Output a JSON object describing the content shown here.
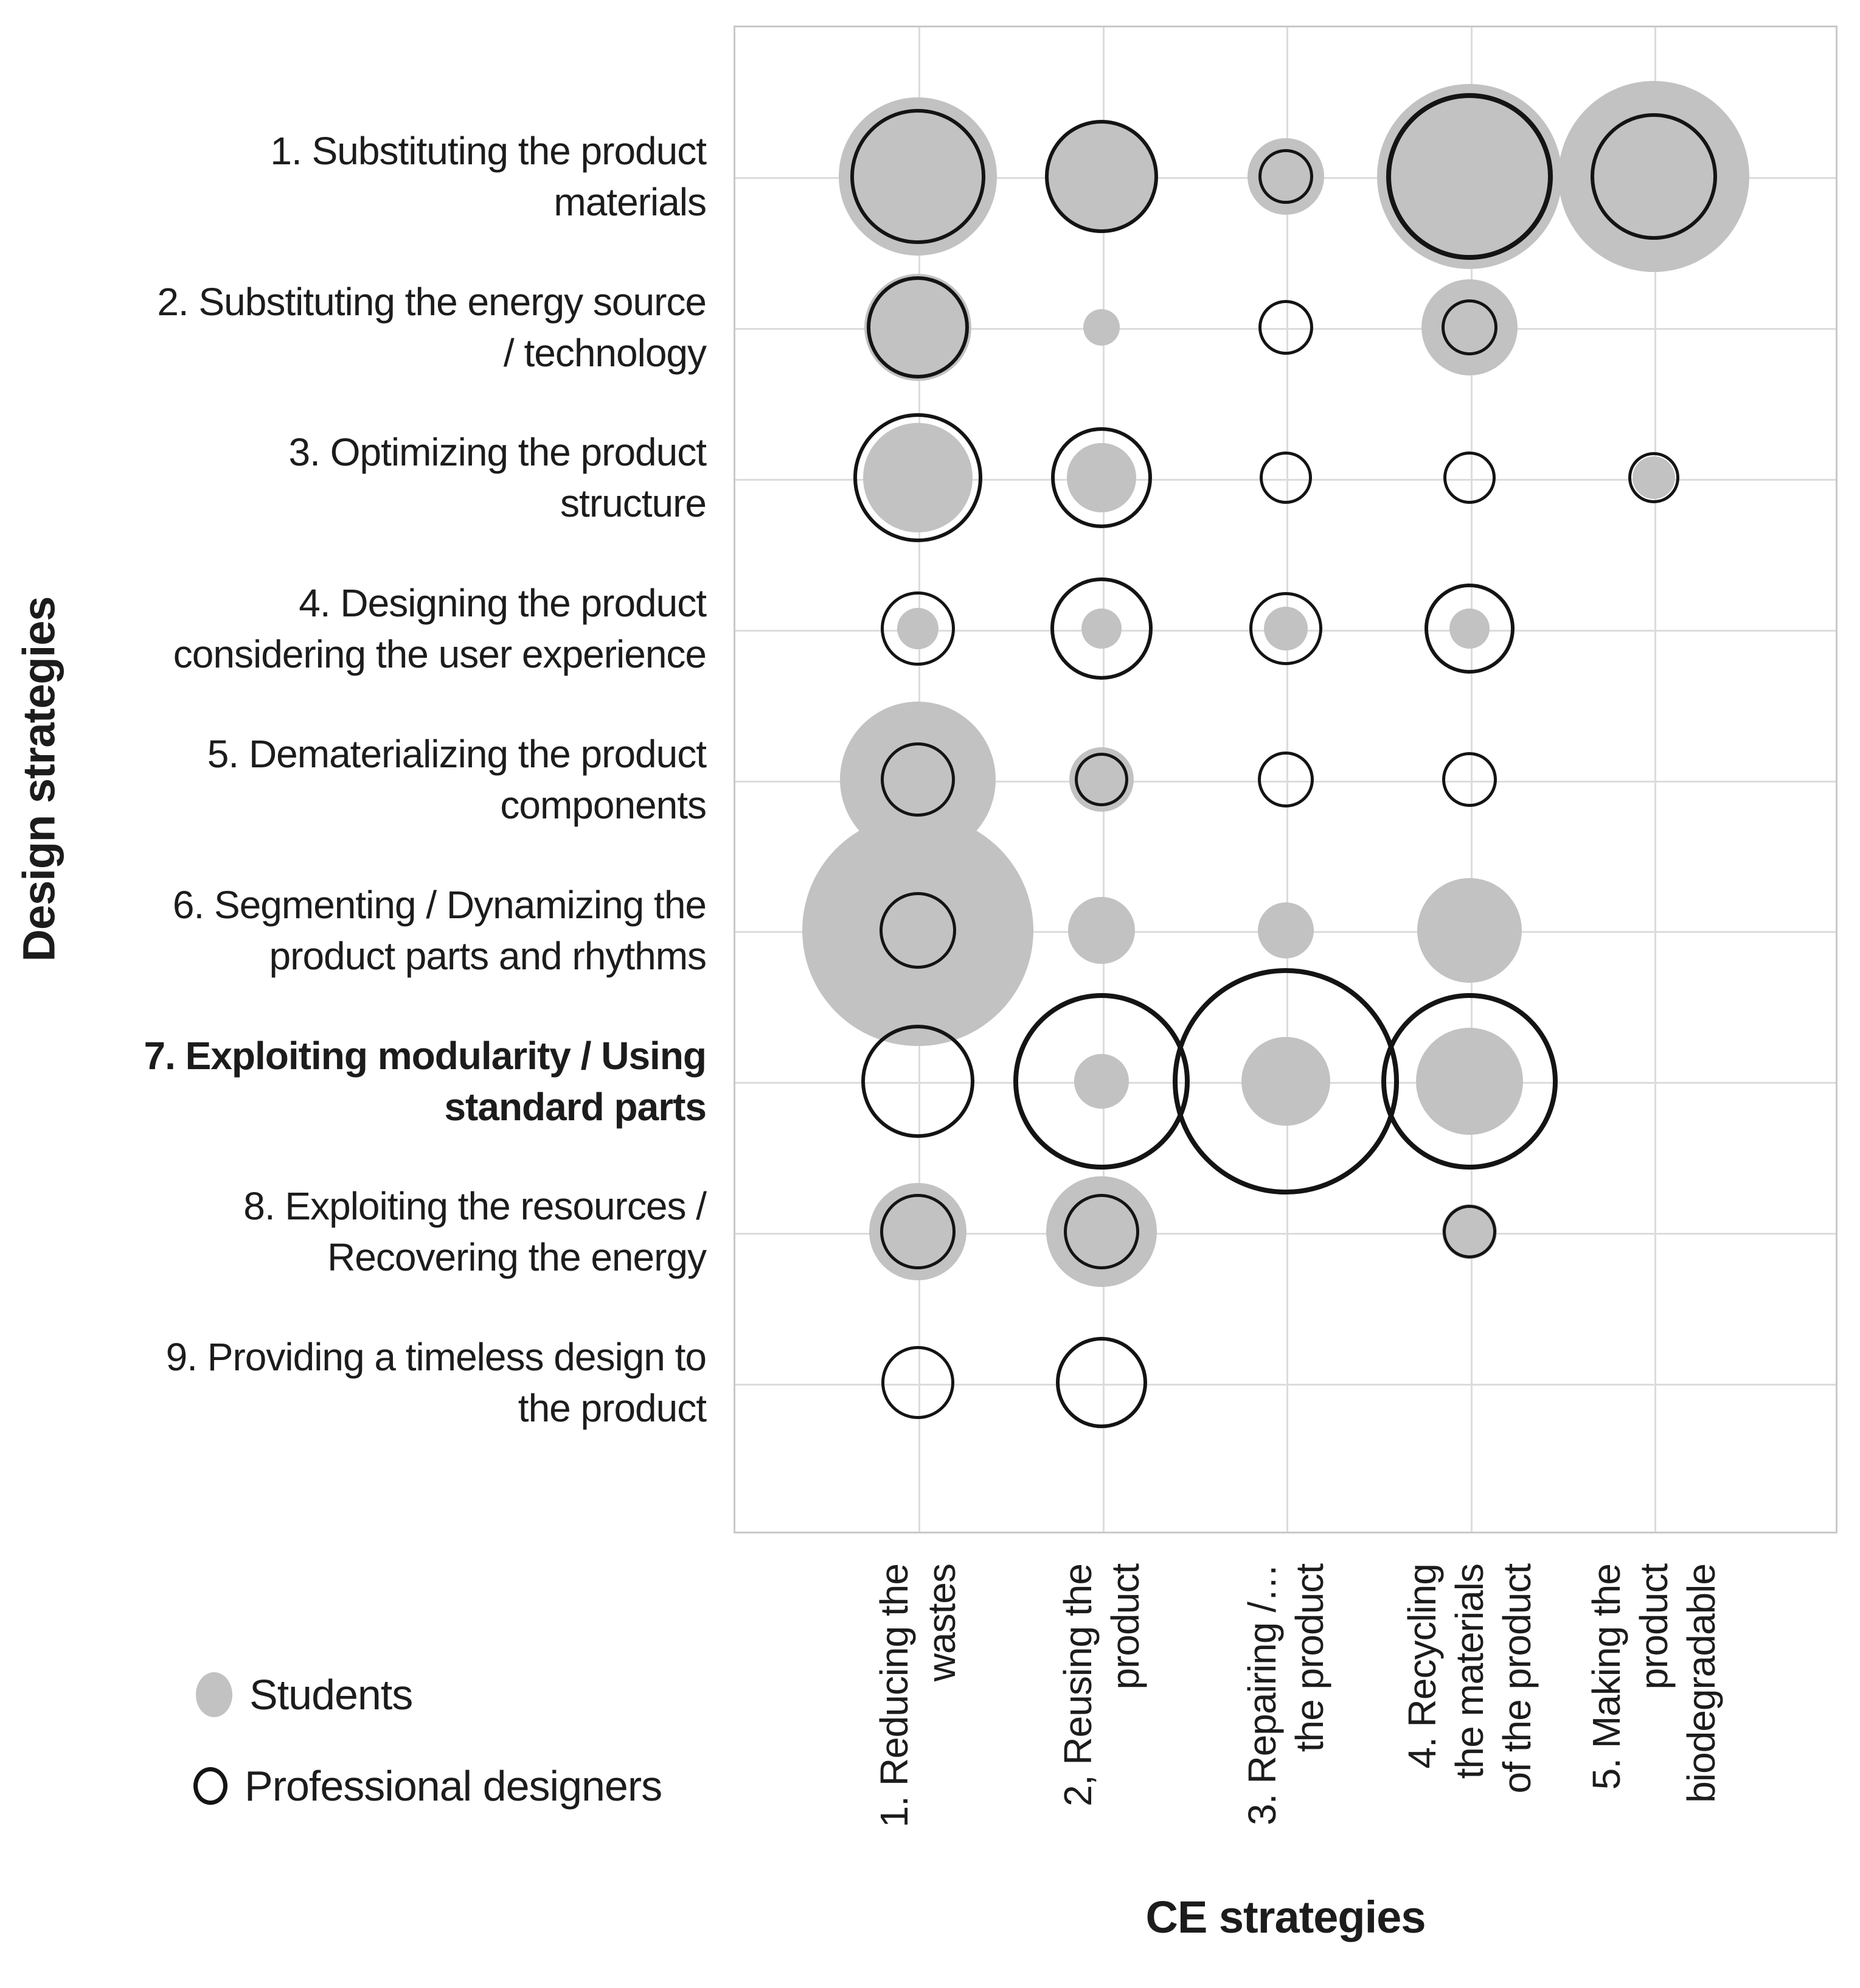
{
  "chart_data": {
    "type": "bubble",
    "x_axis": {
      "title": "CE strategies",
      "range": [
        0,
        6
      ],
      "categories": [
        [
          "1. Reducing the",
          "wastes"
        ],
        [
          "2, Reusing the",
          "product"
        ],
        [
          "3. Repairing /…",
          "the product"
        ],
        [
          "4. Recycling",
          "the materials",
          "of the product"
        ],
        [
          "5. Making the",
          "product",
          "biodegradable"
        ]
      ]
    },
    "y_axis": {
      "title": "Design strategies",
      "range": [
        0,
        10
      ],
      "categories": [
        {
          "lines": [
            "1. Substituting the product",
            "materials"
          ],
          "bold": false
        },
        {
          "lines": [
            "2. Substituting the energy source",
            "/ technology"
          ],
          "bold": false
        },
        {
          "lines": [
            "3. Optimizing the product",
            "structure"
          ],
          "bold": false
        },
        {
          "lines": [
            "4. Designing the product",
            "considering the user experience"
          ],
          "bold": false
        },
        {
          "lines": [
            "5. Dematerializing the product",
            "components"
          ],
          "bold": false
        },
        {
          "lines": [
            "6. Segmenting / Dynamizing the",
            "product parts and rhythms"
          ],
          "bold": false
        },
        {
          "lines": [
            "7. Exploiting modularity / Using",
            "standard parts"
          ],
          "bold": true
        },
        {
          "lines": [
            "8. Exploiting the resources /",
            "Recovering the energy"
          ],
          "bold": false
        },
        {
          "lines": [
            "9. Providing a timeless design to",
            "the product"
          ],
          "bold": false
        }
      ]
    },
    "grid": true,
    "legend": [
      {
        "label": "Students",
        "marker": "filled-circle",
        "color": "#c2c2c2"
      },
      {
        "label": "Professional designers",
        "marker": "open-circle",
        "color": "#141414"
      }
    ],
    "series": [
      {
        "name": "Students",
        "marker": "filled",
        "color": "#c2c2c2",
        "points": [
          {
            "row": 1,
            "col": 1,
            "r": 130
          },
          {
            "row": 1,
            "col": 2,
            "r": 93
          },
          {
            "row": 1,
            "col": 3,
            "r": 63
          },
          {
            "row": 1,
            "col": 4,
            "r": 152
          },
          {
            "row": 1,
            "col": 5,
            "r": 157
          },
          {
            "row": 2,
            "col": 1,
            "r": 88
          },
          {
            "row": 2,
            "col": 2,
            "r": 30
          },
          {
            "row": 2,
            "col": 4,
            "r": 79
          },
          {
            "row": 3,
            "col": 1,
            "r": 90
          },
          {
            "row": 3,
            "col": 2,
            "r": 57
          },
          {
            "row": 3,
            "col": 5,
            "r": 35
          },
          {
            "row": 4,
            "col": 1,
            "r": 34
          },
          {
            "row": 4,
            "col": 2,
            "r": 33
          },
          {
            "row": 4,
            "col": 3,
            "r": 36
          },
          {
            "row": 4,
            "col": 4,
            "r": 33
          },
          {
            "row": 5,
            "col": 1,
            "r": 128
          },
          {
            "row": 5,
            "col": 2,
            "r": 53
          },
          {
            "row": 6,
            "col": 1,
            "r": 190
          },
          {
            "row": 6,
            "col": 2,
            "r": 55
          },
          {
            "row": 6,
            "col": 3,
            "r": 46
          },
          {
            "row": 6,
            "col": 4,
            "r": 86
          },
          {
            "row": 7,
            "col": 2,
            "r": 45
          },
          {
            "row": 7,
            "col": 3,
            "r": 73
          },
          {
            "row": 7,
            "col": 4,
            "r": 88
          },
          {
            "row": 8,
            "col": 1,
            "r": 80
          },
          {
            "row": 8,
            "col": 2,
            "r": 91
          },
          {
            "row": 8,
            "col": 4,
            "r": 45
          }
        ]
      },
      {
        "name": "Professional designers",
        "marker": "outline",
        "color": "#141414",
        "points": [
          {
            "row": 1,
            "col": 1,
            "r": 111
          },
          {
            "row": 1,
            "col": 2,
            "r": 93
          },
          {
            "row": 1,
            "col": 3,
            "r": 45
          },
          {
            "row": 1,
            "col": 4,
            "r": 137
          },
          {
            "row": 1,
            "col": 5,
            "r": 104
          },
          {
            "row": 2,
            "col": 1,
            "r": 84
          },
          {
            "row": 2,
            "col": 3,
            "r": 45
          },
          {
            "row": 2,
            "col": 4,
            "r": 46
          },
          {
            "row": 3,
            "col": 1,
            "r": 106
          },
          {
            "row": 3,
            "col": 2,
            "r": 83
          },
          {
            "row": 3,
            "col": 3,
            "r": 43
          },
          {
            "row": 3,
            "col": 4,
            "r": 43
          },
          {
            "row": 3,
            "col": 5,
            "r": 42
          },
          {
            "row": 4,
            "col": 1,
            "r": 61
          },
          {
            "row": 4,
            "col": 2,
            "r": 84
          },
          {
            "row": 4,
            "col": 3,
            "r": 60
          },
          {
            "row": 4,
            "col": 4,
            "r": 74
          },
          {
            "row": 5,
            "col": 1,
            "r": 61
          },
          {
            "row": 5,
            "col": 2,
            "r": 44
          },
          {
            "row": 5,
            "col": 3,
            "r": 46
          },
          {
            "row": 5,
            "col": 4,
            "r": 45
          },
          {
            "row": 6,
            "col": 1,
            "r": 63
          },
          {
            "row": 7,
            "col": 1,
            "r": 93
          },
          {
            "row": 7,
            "col": 2,
            "r": 145
          },
          {
            "row": 7,
            "col": 3,
            "r": 186
          },
          {
            "row": 7,
            "col": 4,
            "r": 145
          },
          {
            "row": 8,
            "col": 1,
            "r": 62
          },
          {
            "row": 8,
            "col": 2,
            "r": 62
          },
          {
            "row": 8,
            "col": 4,
            "r": 44
          },
          {
            "row": 9,
            "col": 1,
            "r": 60
          },
          {
            "row": 9,
            "col": 2,
            "r": 75
          }
        ]
      }
    ]
  }
}
